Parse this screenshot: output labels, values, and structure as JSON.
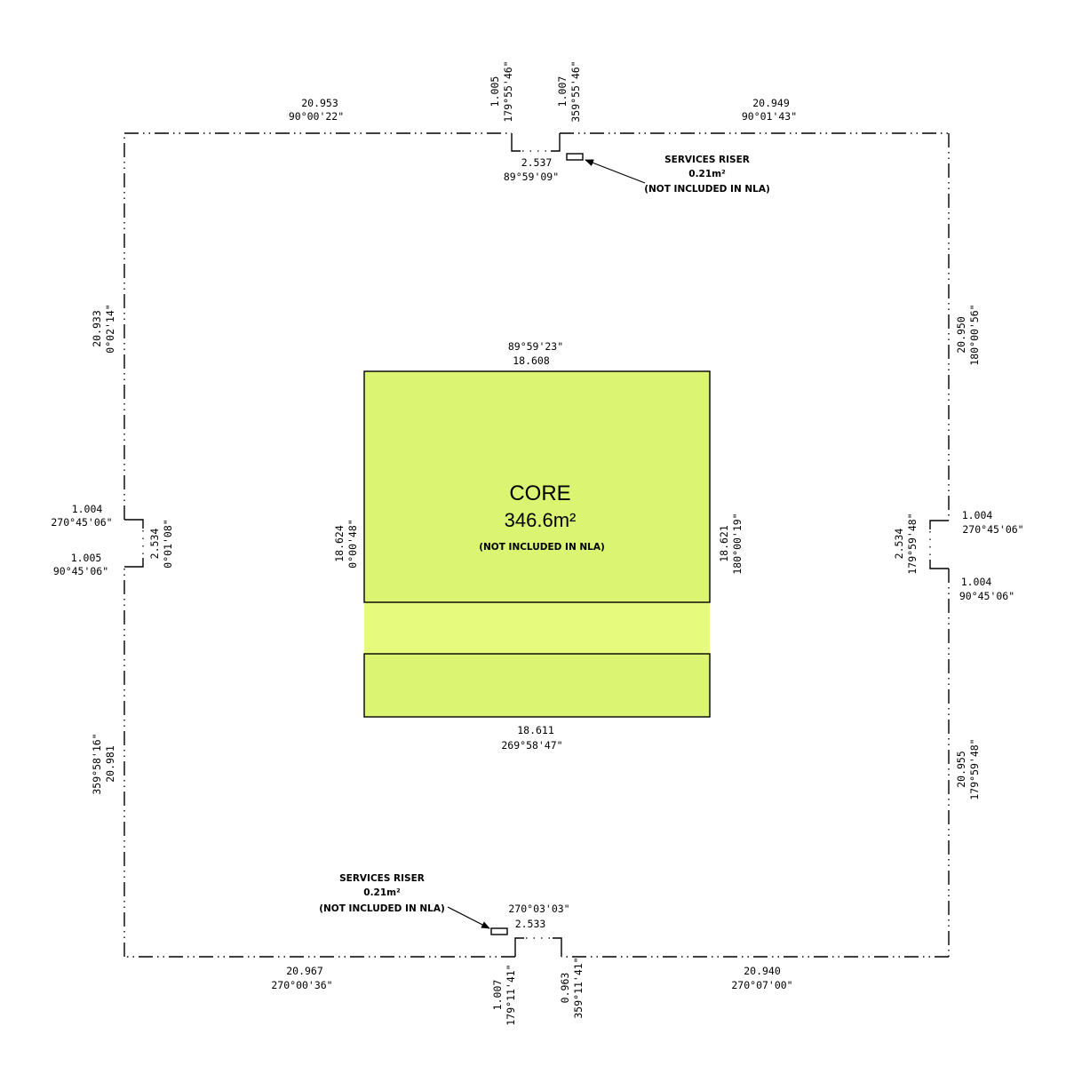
{
  "colors": {
    "core_fill": "#dbf472",
    "core_fill_light": "#e6fa7e",
    "line": "#000000"
  },
  "boundary_dims": {
    "top_left": {
      "length": "20.953",
      "bearing": "90°00'22\""
    },
    "top_left_notch": {
      "length": "1.005",
      "bearing": "179°55'46\""
    },
    "top_right_notch": {
      "length": "1.007",
      "bearing": "359°55'46\""
    },
    "top_right": {
      "length": "20.949",
      "bearing": "90°01'43\""
    },
    "top_gap": {
      "length": "2.537",
      "bearing": "89°59'09\""
    },
    "left_upper": {
      "length": "20.933",
      "bearing": "0°02'14\""
    },
    "left_notch_top": {
      "length": "1.004",
      "bearing": "270°45'06\""
    },
    "left_gap": {
      "length": "2.534",
      "bearing": "0°01'08\""
    },
    "left_notch_bottom": {
      "length": "1.005",
      "bearing": "90°45'06\""
    },
    "left_lower": {
      "length": "20.981",
      "bearing": "359°58'16\""
    },
    "right_upper": {
      "length": "20.950",
      "bearing": "180°00'56\""
    },
    "right_gap": {
      "length": "2.534",
      "bearing": "179°59'48\""
    },
    "right_notch_top": {
      "length": "1.004",
      "bearing": "270°45'06\""
    },
    "right_notch_bottom": {
      "length": "1.004",
      "bearing": "90°45'06\""
    },
    "right_lower": {
      "length": "20.955",
      "bearing": "179°59'48\""
    },
    "bottom_gap": {
      "length": "2.533",
      "bearing": "270°03'03\""
    },
    "bottom_left": {
      "length": "20.967",
      "bearing": "270°00'36\""
    },
    "bottom_left_notch": {
      "length": "1.007",
      "bearing": "179°11'41\""
    },
    "bottom_right_notch": {
      "length": "0.963",
      "bearing": "359°11'41\""
    },
    "bottom_right": {
      "length": "20.940",
      "bearing": "270°07'00\""
    }
  },
  "core": {
    "title": "CORE",
    "area": "346.6m²",
    "note": "(NOT INCLUDED IN NLA)",
    "top": {
      "bearing": "89°59'23\"",
      "length": "18.608"
    },
    "left": {
      "length": "18.624",
      "bearing": "0°00'48\""
    },
    "right": {
      "length": "18.621",
      "bearing": "180°00'19\""
    },
    "bottom": {
      "length": "18.611",
      "bearing": "269°58'47\""
    }
  },
  "risers": {
    "top": {
      "title": "SERVICES RISER",
      "area": "0.21m²",
      "note": "(NOT INCLUDED IN NLA)"
    },
    "bottom": {
      "title": "SERVICES RISER",
      "area": "0.21m²",
      "note": "(NOT INCLUDED IN NLA)"
    }
  }
}
